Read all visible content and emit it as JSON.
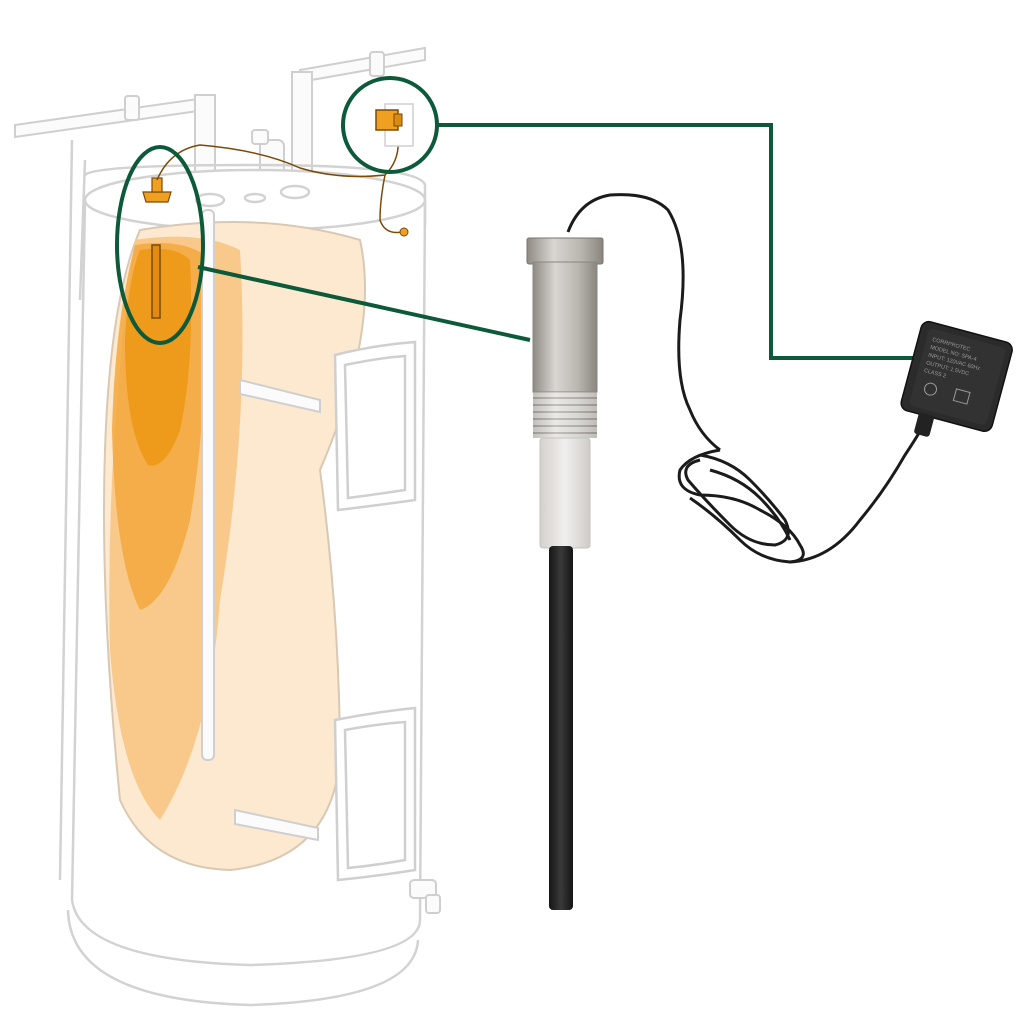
{
  "diagram": {
    "subject": "powered anode rod installed in electric water heater",
    "colors": {
      "callout_line": "#0c5a3a",
      "heat_light": "#fde9cf",
      "heat_mid": "#f8c98a",
      "heat_strong": "#f3a83d",
      "heat_core": "#ee9a1a",
      "tank_outline": "#cfcfcf",
      "anode_rod": "#2a2a2a",
      "anode_fitting": "#b8b4ae",
      "insulator": "#e7e5e2",
      "adapter_body": "#2b2b2b",
      "wall_plug": "#f0a020",
      "cable": "#1b1b1b"
    },
    "adapter_label": {
      "line1": "CORRPROTEC",
      "line2": "MODEL NO: SPA-4",
      "line3": "INPUT: 120VAC 60Hz",
      "line4": "OUTPUT: 1.5VDC",
      "line5": "CLASS 2"
    }
  }
}
